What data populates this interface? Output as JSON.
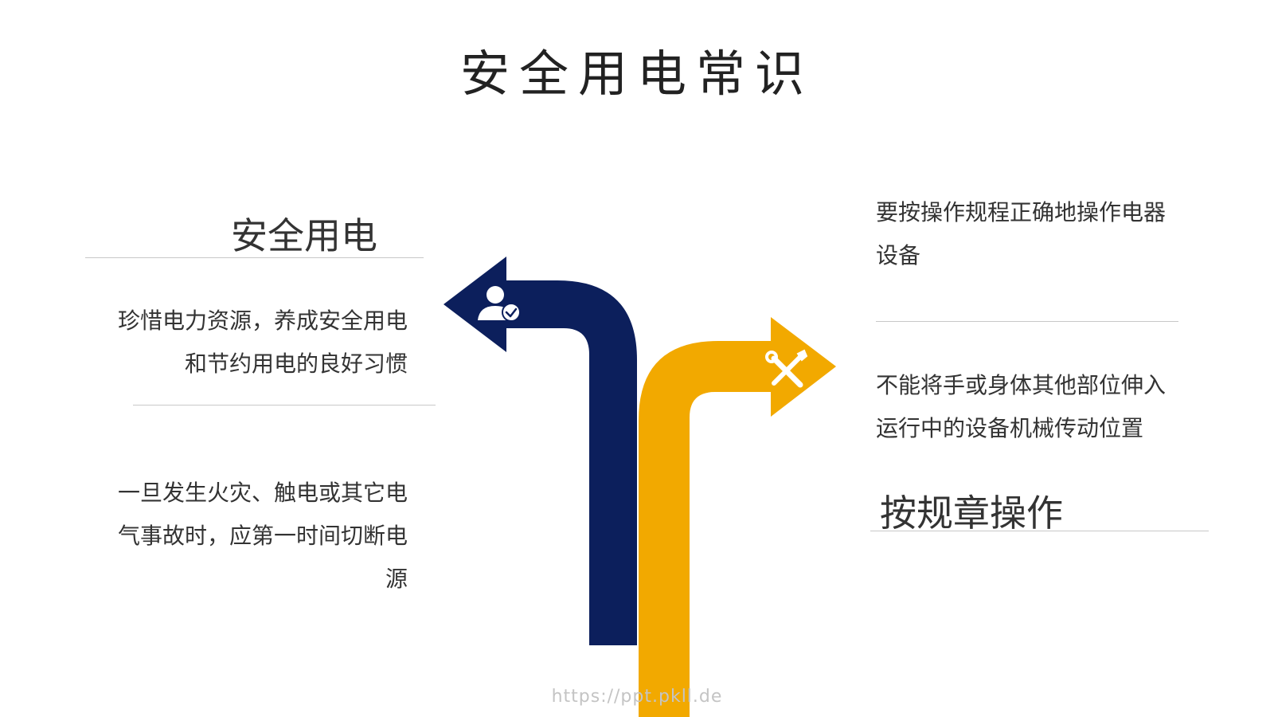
{
  "title": "安全用电常识",
  "left": {
    "heading": "安全用电",
    "item1": "珍惜电力资源，养成安全用电和节约用电的良好习惯",
    "item2": "一旦发生火灾、触电或其它电气事故时，应第一时间切断电源"
  },
  "right": {
    "item1": "要按操作规程正确地操作电器设备",
    "item2": "不能将手或身体其他部位伸入运行中的设备机械传动位置",
    "heading": "按规章操作"
  },
  "watermark": "https://ppt.pkll.de",
  "colors": {
    "navy": "#0c1f5c",
    "gold": "#f2a900"
  },
  "icons": {
    "navy_arrow": "user-check-icon",
    "gold_arrow": "tools-icon"
  }
}
